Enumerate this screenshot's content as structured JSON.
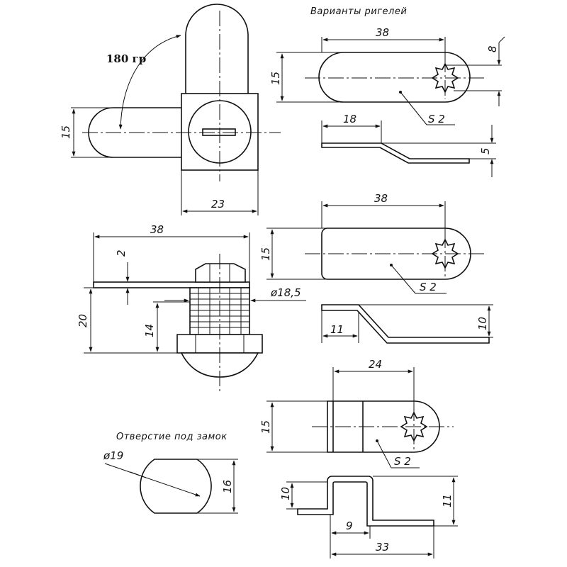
{
  "titles": {
    "variants": "Варианты ригелей",
    "hole": "Отверстие под замок"
  },
  "angle_label": "180 гр",
  "front_view": {
    "height": "15",
    "width": "23"
  },
  "side_view": {
    "length": "38",
    "thickness": "2",
    "height": "20",
    "thread_len": "14",
    "diameter": "ø18,5"
  },
  "hole": {
    "diameter": "ø19",
    "flat": "16"
  },
  "cam1": {
    "length": "38",
    "height": "15",
    "tip": "8",
    "thickness": "S 2",
    "offset_len": "18",
    "offset": "5"
  },
  "cam2": {
    "length": "38",
    "height": "15",
    "thickness": "S 2",
    "offset_len": "11",
    "offset": "10"
  },
  "cam3": {
    "length": "24",
    "height": "15",
    "thickness": "S 2",
    "inner": "10",
    "foot": "9",
    "outer": "11",
    "total": "33"
  }
}
